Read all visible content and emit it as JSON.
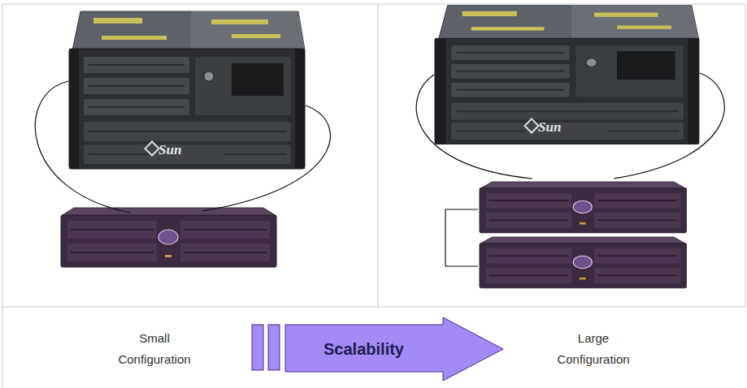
{
  "diagram": {
    "nodes": [
      {
        "text": [
          "Scalability"
        ]
      }
    ],
    "labels": [
      "Sun",
      "Sun",
      "Small Configuration",
      "Large Configuration"
    ]
  }
}
